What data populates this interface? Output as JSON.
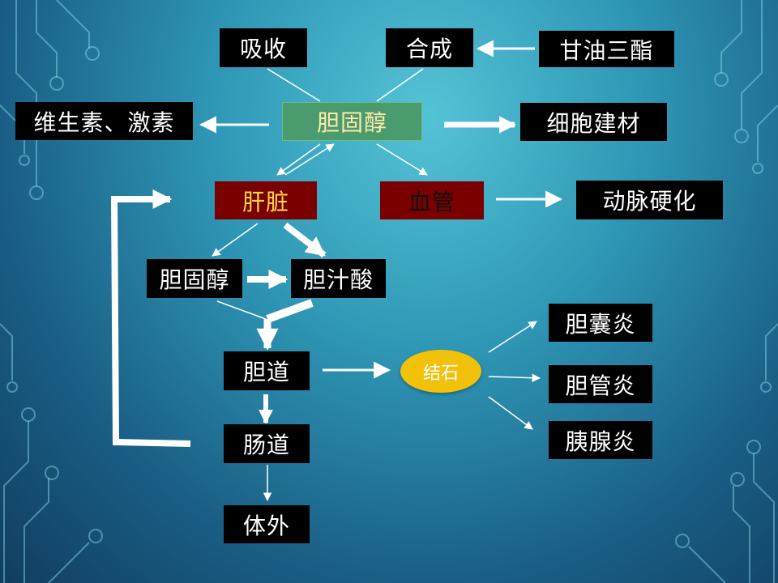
{
  "nodes": {
    "absorb": "吸收",
    "synth": "合成",
    "triglyceride": "甘油三酯",
    "vitamin": "维生素、激素",
    "cholesterol_main": "胆固醇",
    "cell_material": "细胞建材",
    "liver": "肝脏",
    "vessel": "血管",
    "atherosclerosis": "动脉硬化",
    "cholesterol_liver": "胆固醇",
    "bile_acid": "胆汁酸",
    "bile_duct": "胆道",
    "stone": "结石",
    "cholecystitis": "胆囊炎",
    "cholangitis": "胆管炎",
    "pancreatitis": "胰腺炎",
    "intestine": "肠道",
    "excreted": "体外"
  },
  "colors": {
    "box_dark": "#000000",
    "center_green": "#4a9b6e",
    "liver_vessel_red": "#7a0000",
    "stone_yellow": "#f2c10a",
    "arrow_white": "#ffffff"
  }
}
